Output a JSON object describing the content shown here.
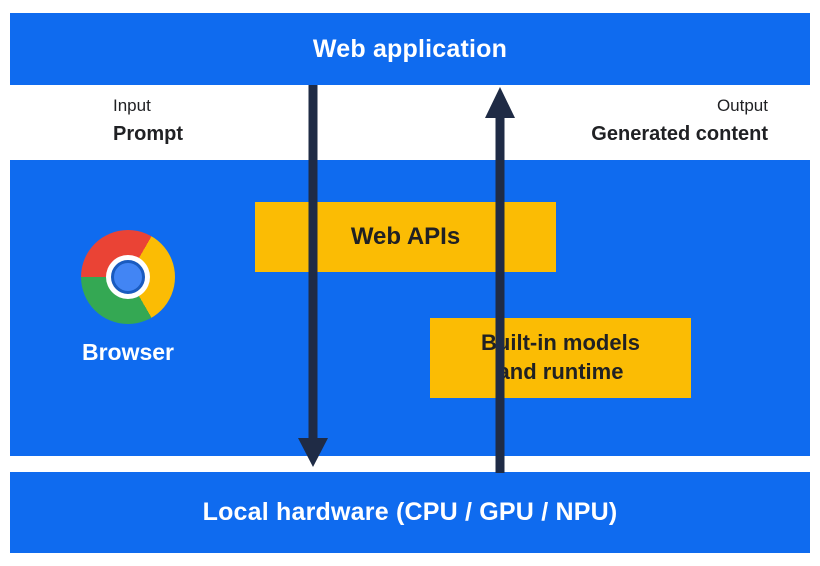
{
  "colors": {
    "blue": "#0f6bef",
    "yellow": "#fbbc04",
    "arrow_navy": "#1f2b45",
    "text_dark": "#202124",
    "text_white": "#ffffff",
    "chrome_red": "#ea4335",
    "chrome_green": "#34a853",
    "chrome_yellow": "#fbbc04",
    "chrome_blue": "#4285f4"
  },
  "bars": {
    "web_application": "Web application",
    "local_hardware": "Local hardware (CPU / GPU / NPU)"
  },
  "labels": {
    "input_title": "Input",
    "input_value": "Prompt",
    "output_title": "Output",
    "output_value": "Generated content"
  },
  "boxes": {
    "web_apis": "Web APIs",
    "builtin_line1": "Built-in models",
    "builtin_line2": "and runtime"
  },
  "browser": {
    "icon": "chrome-logo-icon",
    "label": "Browser"
  },
  "flows": [
    {
      "name": "input-flow",
      "direction": "down"
    },
    {
      "name": "output-flow",
      "direction": "up"
    }
  ]
}
